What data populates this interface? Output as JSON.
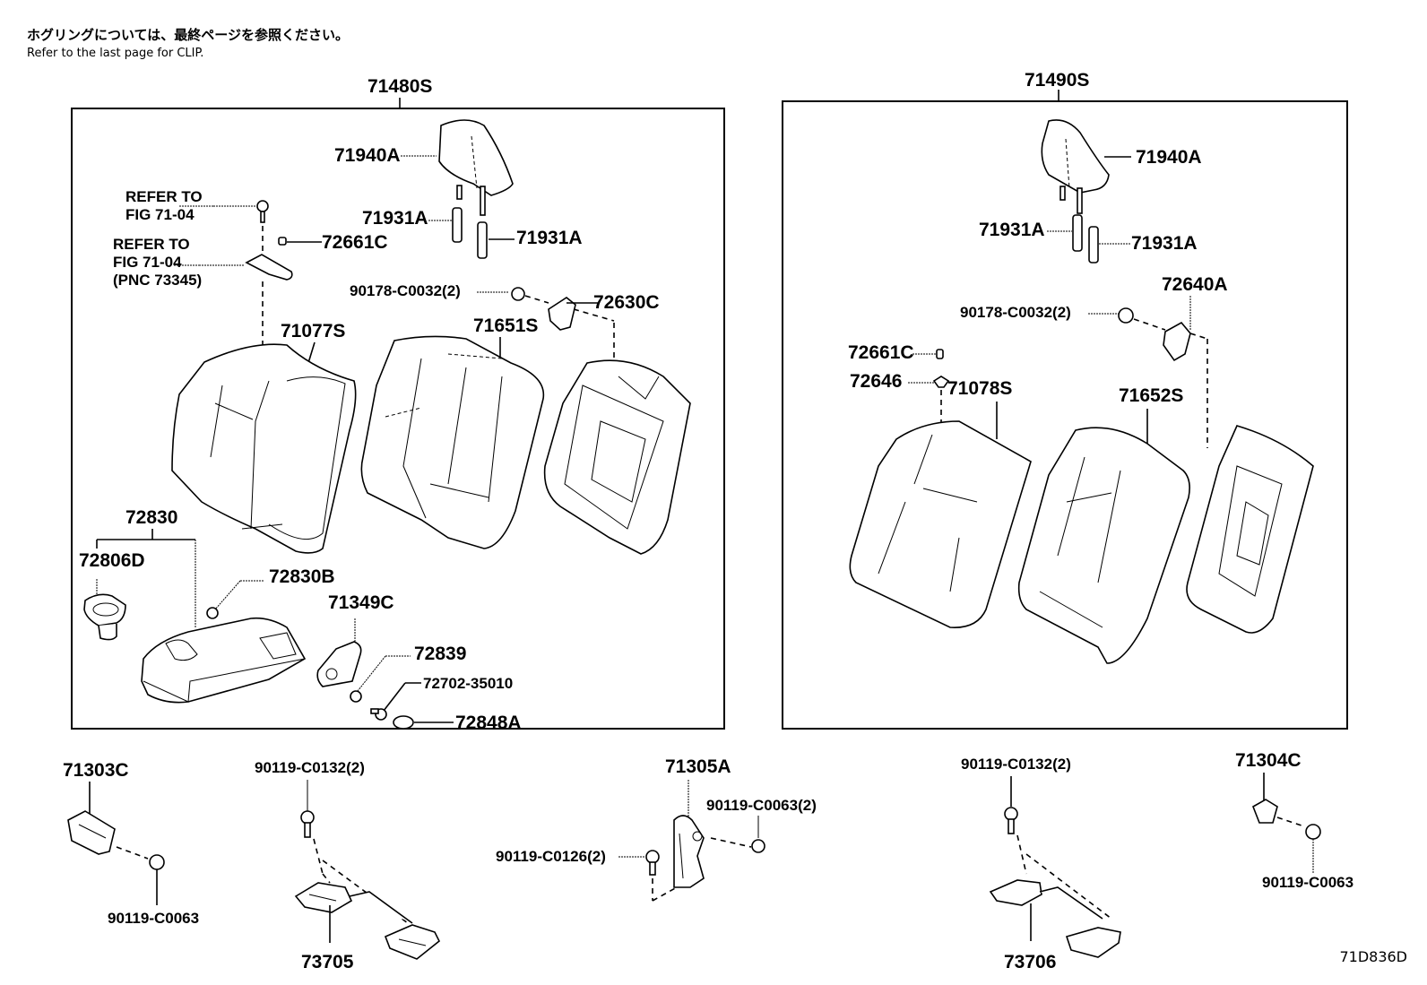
{
  "notes": {
    "japanese": "ホグリングについては、最終ページを参照ください。",
    "english": "Refer to the last page for CLIP."
  },
  "diagram_code": "71D836D",
  "left_assembly": {
    "label": "71480S",
    "parts": {
      "headrest": "71940A",
      "guide_a": "71931A",
      "guide_b": "71931A",
      "refer1_line1": "REFER TO",
      "refer1_line2": "FIG 71-04",
      "refer2_line1": "REFER TO",
      "refer2_line2": "FIG 71-04",
      "refer2_line3": "(PNC 73345)",
      "cap": "72661C",
      "nut": "90178-C0032(2)",
      "lock": "72630C",
      "cover": "71077S",
      "pad": "71651S",
      "armrest": "72830",
      "cup_holder": "72806D",
      "armrest_cap": "72830B",
      "hinge_cover": "71349C",
      "clip": "72839",
      "bolt": "72702-35010",
      "stopper": "72848A"
    }
  },
  "right_assembly": {
    "label": "71490S",
    "parts": {
      "headrest": "71940A",
      "guide_a": "71931A",
      "guide_b": "71931A",
      "lock": "72640A",
      "nut": "90178-C0032(2)",
      "cap": "72661C",
      "clip": "72646",
      "cover": "71078S",
      "pad": "71652S"
    }
  },
  "bottom_parts": {
    "hinge_left": "71303C",
    "bolt_hinge_left": "90119-C0063",
    "bolt_bracket_left": "90119-C0132(2)",
    "bracket_left": "73705",
    "hinge_center": "71305A",
    "bolt_center_a": "90119-C0126(2)",
    "bolt_center_b": "90119-C0063(2)",
    "bolt_bracket_right": "90119-C0132(2)",
    "bracket_right": "73706",
    "hinge_right": "71304C",
    "bolt_hinge_right": "90119-C0063"
  }
}
